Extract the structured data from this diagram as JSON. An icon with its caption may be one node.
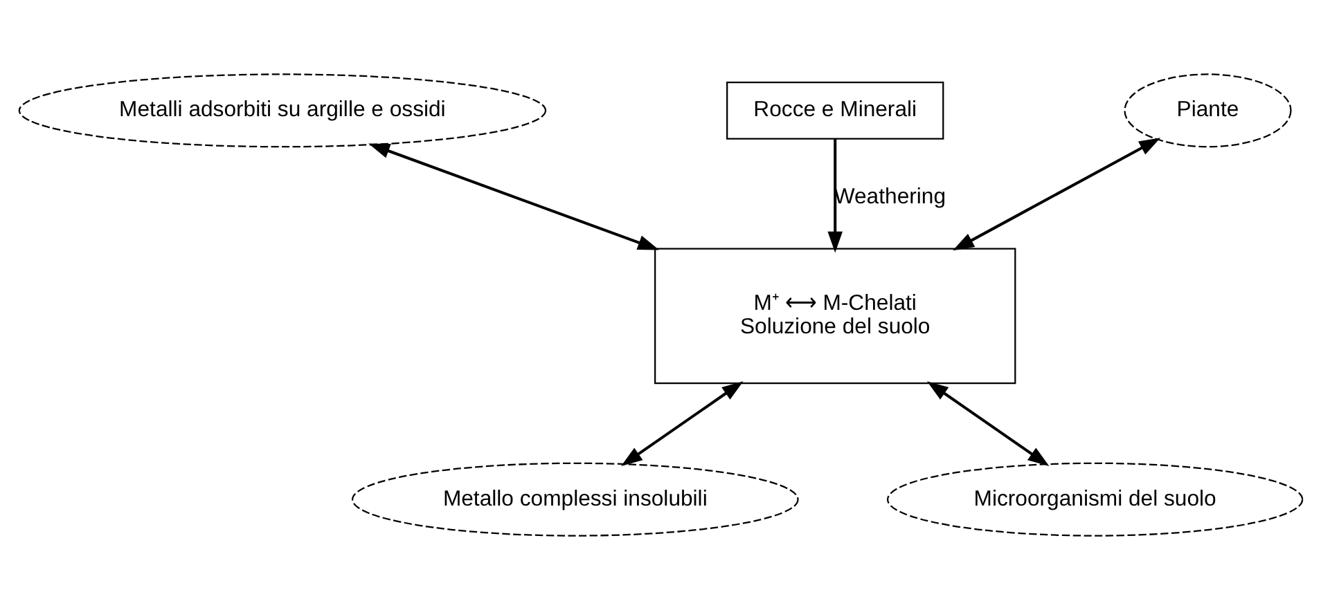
{
  "diagram": {
    "nodes": [
      {
        "text": [
          "Rocce e Minerali"
        ]
      },
      {
        "text": [
          "Metalli adsorbiti su argille e ossidi"
        ]
      },
      {
        "text": [
          "Piante"
        ]
      },
      {
        "text": [
          "M⁺ ⟷ M-Chelati",
          "Soluzione del suolo"
        ]
      },
      {
        "text": [
          "Metallo complessi insolubili"
        ]
      },
      {
        "text": [
          "Microorganismi del suolo"
        ]
      }
    ],
    "edges": [
      {
        "from": 0,
        "to": 3,
        "arrow": "to",
        "label": "Weathering"
      },
      {
        "from": 1,
        "to": 3,
        "arrow": "both"
      },
      {
        "from": 2,
        "to": 3,
        "arrow": "both"
      },
      {
        "from": 3,
        "to": 4,
        "arrow": "both"
      },
      {
        "from": 3,
        "to": 5,
        "arrow": "both"
      }
    ]
  }
}
